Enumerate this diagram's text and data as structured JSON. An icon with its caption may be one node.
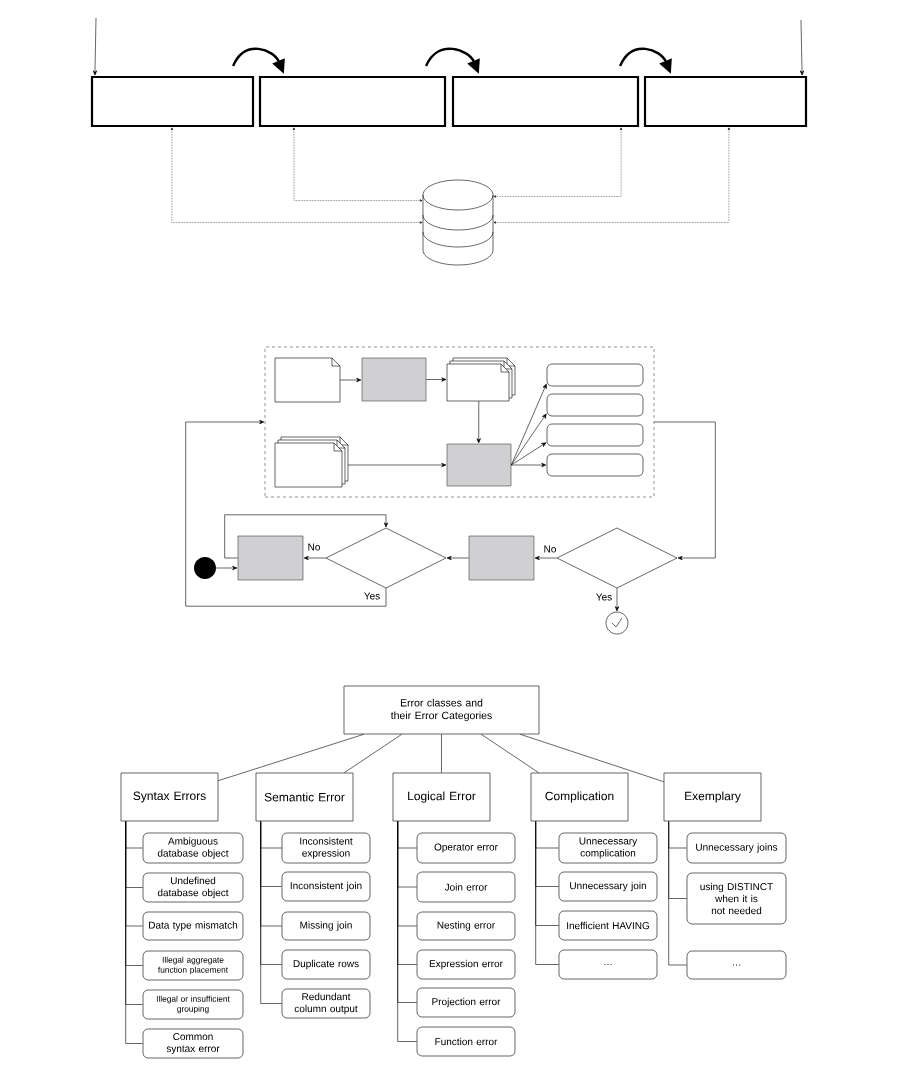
{
  "diagram": {
    "nodes": [
      {
        "text": [],
        "shape": "box"
      },
      {
        "text": [],
        "shape": "box"
      },
      {
        "text": [],
        "shape": "box"
      },
      {
        "text": [],
        "shape": "box"
      },
      {
        "text": [],
        "shape": "cylinder"
      },
      {
        "text": [],
        "shape": "box"
      },
      {
        "text": [],
        "shape": "document",
        "in": 5
      },
      {
        "text": [],
        "shape": "box",
        "in": 5
      },
      {
        "text": [],
        "shape": "document",
        "in": 5
      },
      {
        "text": [],
        "shape": "document",
        "in": 5
      },
      {
        "text": [],
        "shape": "box",
        "in": 5
      },
      {
        "text": [],
        "shape": "box",
        "in": 5
      },
      {
        "text": [],
        "shape": "box",
        "in": 5
      },
      {
        "text": [],
        "shape": "box",
        "in": 5
      },
      {
        "text": [],
        "shape": "box",
        "in": 5
      },
      {
        "text": [],
        "shape": "circle"
      },
      {
        "text": [],
        "shape": "box"
      },
      {
        "text": [],
        "shape": "diamond"
      },
      {
        "text": [],
        "shape": "box"
      },
      {
        "text": [],
        "shape": "diamond"
      },
      {
        "text": [],
        "shape": "circle"
      },
      {
        "text": [
          "Error classes and their Error Categories"
        ]
      },
      {
        "text": [
          "Syntax Errors"
        ]
      },
      {
        "text": [
          "Semantic Error"
        ]
      },
      {
        "text": [
          "Logical Error"
        ]
      },
      {
        "text": [
          "Complication"
        ]
      },
      {
        "text": [
          "Exemplary"
        ]
      },
      {
        "text": [
          "Ambiguous database object"
        ]
      },
      {
        "text": [
          "Undefined database object"
        ]
      },
      {
        "text": [
          "Data type mismatch"
        ]
      },
      {
        "text": [
          "Illegal aggregate function placement"
        ]
      },
      {
        "text": [
          "Illegal or insufficient grouping"
        ]
      },
      {
        "text": [
          "Common syntax error"
        ]
      },
      {
        "text": [
          "Inconsistent expression"
        ]
      },
      {
        "text": [
          "Inconsistent join"
        ]
      },
      {
        "text": [
          "Missing join"
        ]
      },
      {
        "text": [
          "Duplicate rows"
        ]
      },
      {
        "text": [
          "Redundant column output"
        ]
      },
      {
        "text": [
          "Operator error"
        ]
      },
      {
        "text": [
          "Join error"
        ]
      },
      {
        "text": [
          "Nesting error"
        ]
      },
      {
        "text": [
          "Expression error"
        ]
      },
      {
        "text": [
          "Projection error"
        ]
      },
      {
        "text": [
          "Function error"
        ]
      },
      {
        "text": [
          "Unnecessary complication"
        ]
      },
      {
        "text": [
          "Unnecessary join"
        ]
      },
      {
        "text": [
          "Inefficient HAVING"
        ]
      },
      {
        "text": [
          "…"
        ]
      },
      {
        "text": [
          "Unnecessary joins"
        ]
      },
      {
        "text": [
          "using DISTINCT when it is not needed"
        ]
      },
      {
        "text": [
          "…"
        ]
      }
    ],
    "edges": [
      {
        "from": null,
        "to": 0,
        "arrow": "to"
      },
      {
        "from": 0,
        "to": 1,
        "arrow": "to",
        "style": "thick"
      },
      {
        "from": 1,
        "to": 2,
        "arrow": "to",
        "style": "thick"
      },
      {
        "from": 2,
        "to": 3,
        "arrow": "to",
        "style": "thick"
      },
      {
        "from": null,
        "to": 3,
        "arrow": "to"
      },
      {
        "from": 0,
        "to": 4,
        "arrow": "both",
        "style": "dashed"
      },
      {
        "from": 1,
        "to": 4,
        "arrow": "both",
        "style": "dashed"
      },
      {
        "from": 2,
        "to": 4,
        "arrow": "both",
        "style": "dashed"
      },
      {
        "from": 3,
        "to": 4,
        "arrow": "both",
        "style": "dashed"
      },
      {
        "from": 6,
        "to": 7,
        "arrow": "to"
      },
      {
        "from": 7,
        "to": 8,
        "arrow": "to"
      },
      {
        "from": 8,
        "to": 10,
        "arrow": "to"
      },
      {
        "from": 9,
        "to": 10,
        "arrow": "to"
      },
      {
        "from": 10,
        "to": 11,
        "arrow": "to"
      },
      {
        "from": 10,
        "to": 12,
        "arrow": "to"
      },
      {
        "from": 10,
        "to": 13,
        "arrow": "to"
      },
      {
        "from": 10,
        "to": 14,
        "arrow": "to"
      },
      {
        "from": 15,
        "to": 16,
        "arrow": "to"
      },
      {
        "from": 16,
        "to": 17,
        "arrow": "to"
      },
      {
        "from": 17,
        "to": 16,
        "arrow": "to",
        "label": "No"
      },
      {
        "from": 17,
        "to": 5,
        "arrow": "to",
        "label": "Yes"
      },
      {
        "from": 5,
        "to": 19,
        "arrow": "to"
      },
      {
        "from": 19,
        "to": 18,
        "arrow": "to",
        "label": "No"
      },
      {
        "from": 18,
        "to": 17,
        "arrow": "to"
      },
      {
        "from": 19,
        "to": 20,
        "arrow": "to",
        "label": "Yes"
      },
      {
        "from": 21,
        "to": 22,
        "arrow": "none"
      },
      {
        "from": 21,
        "to": 23,
        "arrow": "none"
      },
      {
        "from": 21,
        "to": 24,
        "arrow": "none"
      },
      {
        "from": 21,
        "to": 25,
        "arrow": "none"
      },
      {
        "from": 21,
        "to": 26,
        "arrow": "none"
      },
      {
        "from": 22,
        "to": 27,
        "arrow": "none"
      },
      {
        "from": 22,
        "to": 28,
        "arrow": "none"
      },
      {
        "from": 22,
        "to": 29,
        "arrow": "none"
      },
      {
        "from": 22,
        "to": 30,
        "arrow": "none"
      },
      {
        "from": 22,
        "to": 31,
        "arrow": "none"
      },
      {
        "from": 22,
        "to": 32,
        "arrow": "none"
      },
      {
        "from": 23,
        "to": 33,
        "arrow": "none"
      },
      {
        "from": 23,
        "to": 34,
        "arrow": "none"
      },
      {
        "from": 23,
        "to": 35,
        "arrow": "none"
      },
      {
        "from": 23,
        "to": 36,
        "arrow": "none"
      },
      {
        "from": 23,
        "to": 37,
        "arrow": "none"
      },
      {
        "from": 24,
        "to": 38,
        "arrow": "none"
      },
      {
        "from": 24,
        "to": 39,
        "arrow": "none"
      },
      {
        "from": 24,
        "to": 40,
        "arrow": "none"
      },
      {
        "from": 24,
        "to": 41,
        "arrow": "none"
      },
      {
        "from": 24,
        "to": 42,
        "arrow": "none"
      },
      {
        "from": 24,
        "to": 43,
        "arrow": "none"
      },
      {
        "from": 25,
        "to": 44,
        "arrow": "none"
      },
      {
        "from": 25,
        "to": 45,
        "arrow": "none"
      },
      {
        "from": 25,
        "to": 46,
        "arrow": "none"
      },
      {
        "from": 25,
        "to": 47,
        "arrow": "none"
      },
      {
        "from": 26,
        "to": 48,
        "arrow": "none"
      },
      {
        "from": 26,
        "to": 49,
        "arrow": "none"
      },
      {
        "from": 26,
        "to": 50,
        "arrow": "none"
      }
    ]
  }
}
